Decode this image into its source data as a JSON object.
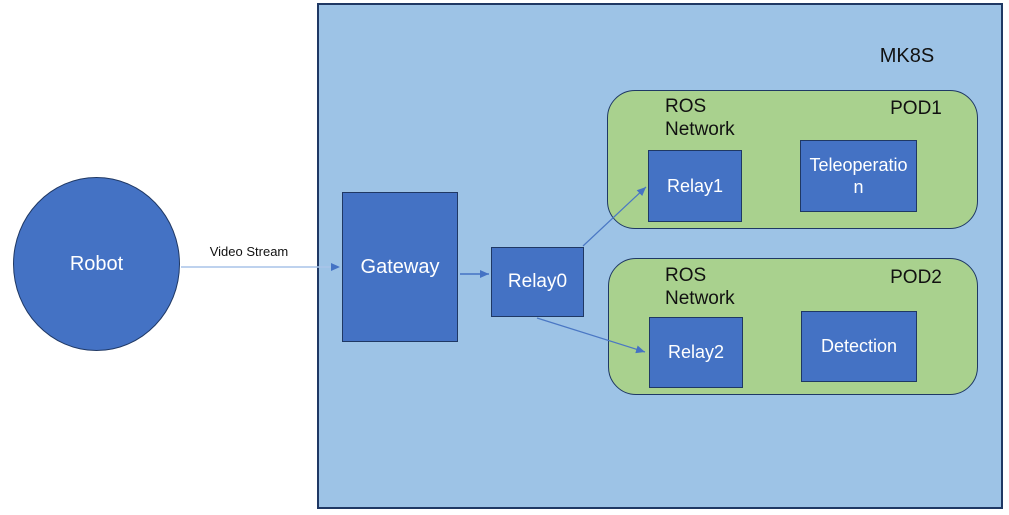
{
  "diagram": {
    "container": {
      "label": "MK8S"
    },
    "nodes": {
      "robot": {
        "label": "Robot"
      },
      "gateway": {
        "label": "Gateway"
      },
      "relay0": {
        "label": "Relay0"
      },
      "relay1": {
        "label": "Relay1"
      },
      "relay2": {
        "label": "Relay2"
      },
      "teleoperation": {
        "label": "Teleoperation"
      },
      "detection": {
        "label": "Detection"
      }
    },
    "pods": {
      "pod1": {
        "label": "POD1",
        "network_label": "ROS Network"
      },
      "pod2": {
        "label": "POD2",
        "network_label": "ROS Network"
      }
    },
    "edges": {
      "video_stream": {
        "label": "Video Stream"
      }
    },
    "colors": {
      "node_fill": "#4472C4",
      "container_fill": "#9DC3E6",
      "pod_fill": "#A9D18E",
      "border": "#1F3864",
      "arrow_head": "#4472C4",
      "arrow_line_light": "#A9C4E9",
      "arrow_line_medium": "#4A77C4",
      "node_text": "#FFFFFF",
      "label_text": "#111111"
    }
  }
}
